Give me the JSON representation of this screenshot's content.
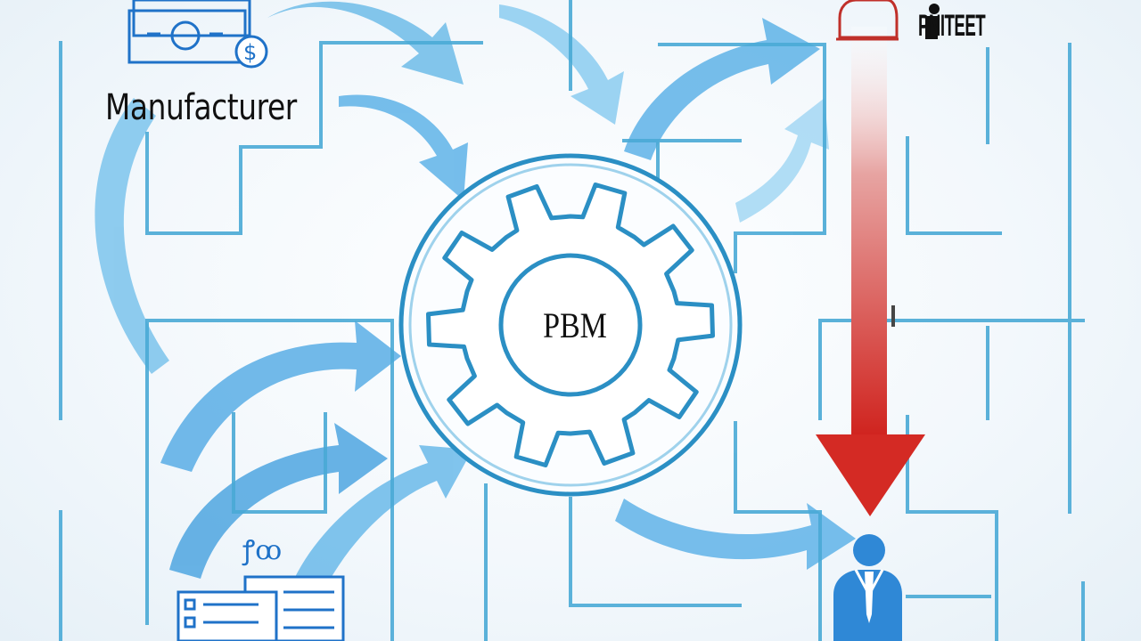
{
  "diagram": {
    "nodes": {
      "manufacturer": {
        "label": "Manufacturer",
        "icon": "money-banknote-icon"
      },
      "pbm": {
        "label": "PBM",
        "icon": "gear-icon"
      },
      "top_right": {
        "label": "PNITEET",
        "icon": "pharmacy-counter-icon"
      },
      "patient": {
        "label": "",
        "icon": "person-icon"
      },
      "bottom_left": {
        "label": "",
        "icon": "document-form-icon"
      }
    },
    "bottom_left_glyphs": "ꝭꝏ"
  },
  "colors": {
    "flow_arrow": "#5fb3e8",
    "maze_wall": "#4aaad6",
    "gear_stroke": "#2b8fc4",
    "red_arrow": "#d42a24",
    "person": "#2f88d6",
    "text": "#111111"
  }
}
